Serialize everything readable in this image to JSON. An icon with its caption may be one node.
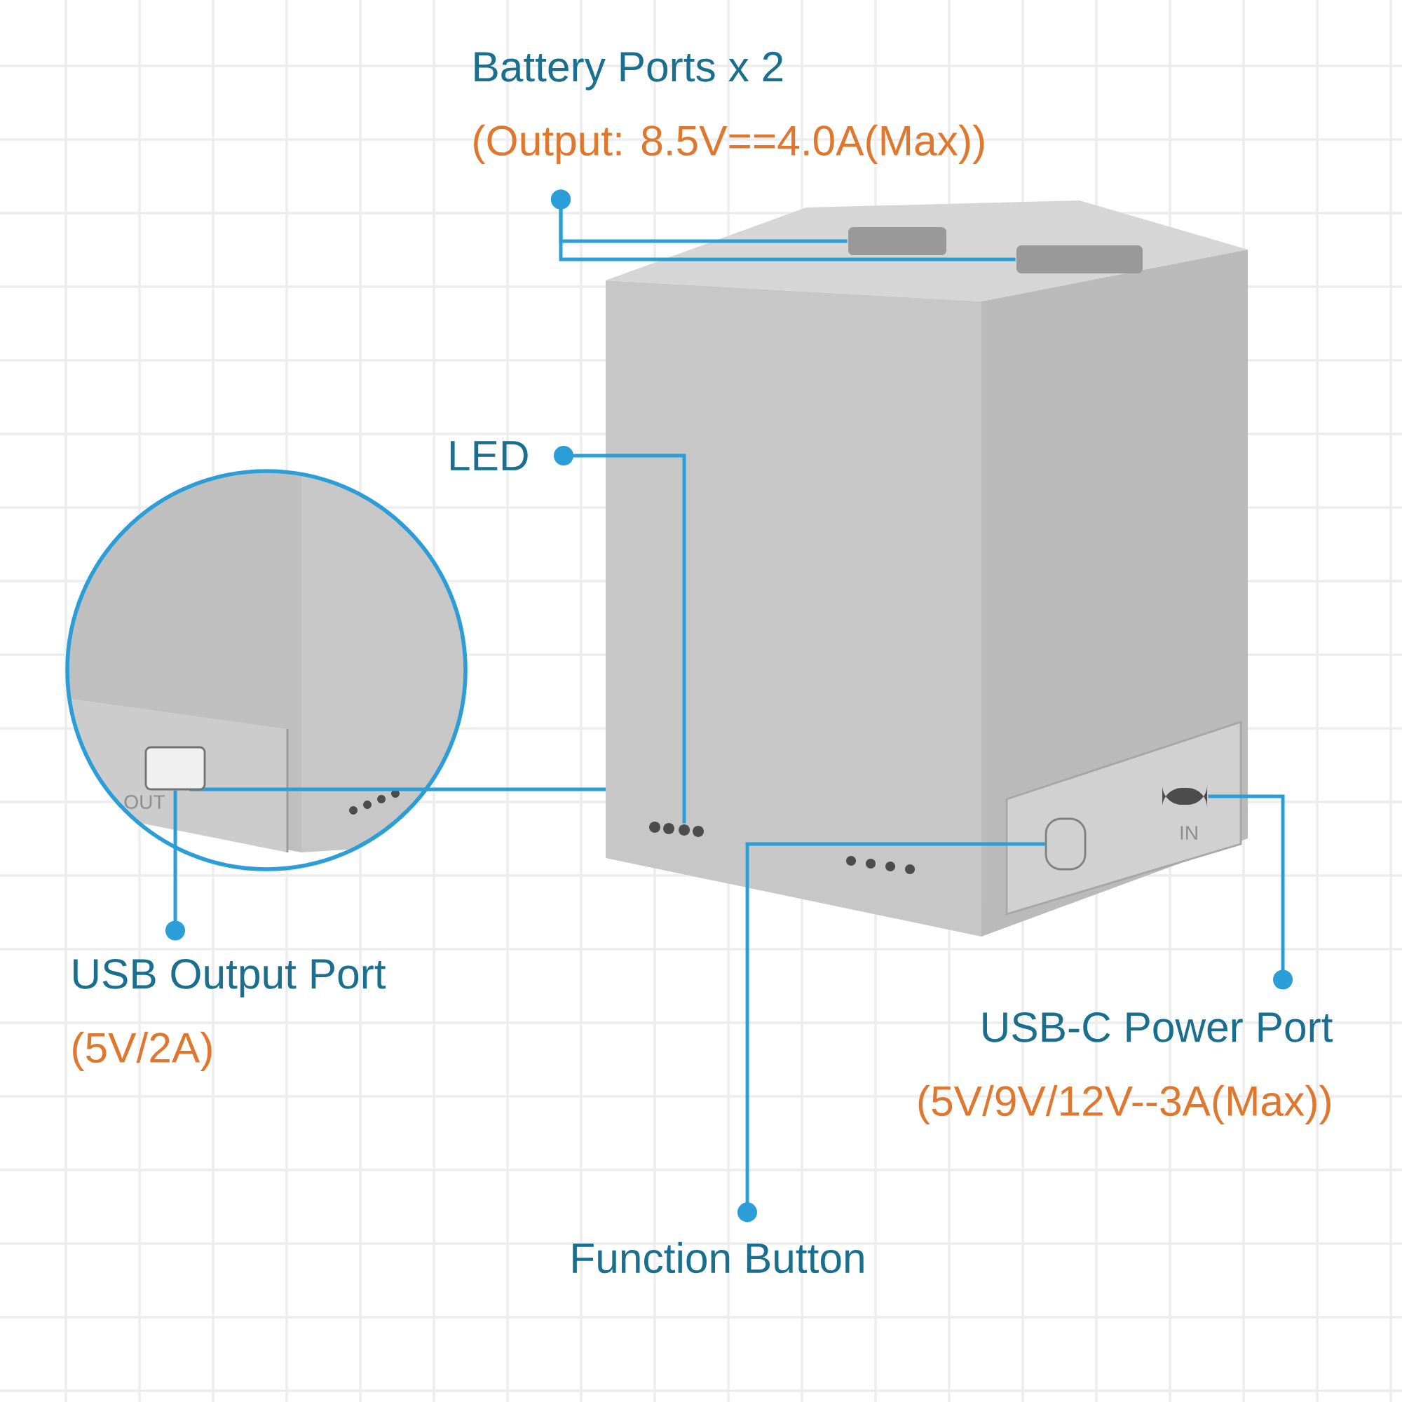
{
  "diagram": {
    "nodes": [
      {
        "text": [
          "Battery Ports x 2",
          "(Output: 8.5V==4.0A(Max))"
        ]
      },
      {
        "text": [],
        "shape": "box"
      },
      {
        "text": [],
        "shape": "box"
      },
      {
        "text": [
          "LED"
        ]
      },
      {
        "text": [],
        "shape": "circle"
      },
      {
        "text": [
          "USB Output Port",
          "(5V/2A)"
        ]
      },
      {
        "text": [],
        "shape": "box"
      },
      {
        "text": [
          "Function Button"
        ]
      },
      {
        "text": [],
        "shape": "box"
      },
      {
        "text": [
          "USB-C Power Port",
          "(5V/9V/12V--3A(Max))"
        ]
      },
      {
        "text": [],
        "shape": "box"
      }
    ],
    "edges": [
      {
        "from": 0,
        "to": 1,
        "arrow": "other"
      },
      {
        "from": 0,
        "to": 2,
        "arrow": "other"
      },
      {
        "from": 3,
        "to": 4,
        "arrow": "other"
      },
      {
        "from": 5,
        "to": 6,
        "arrow": "other"
      },
      {
        "from": 7,
        "to": 8,
        "arrow": "other"
      },
      {
        "from": 9,
        "to": 10,
        "arrow": "other"
      }
    ],
    "labels": [
      "OUT",
      "IN"
    ]
  }
}
